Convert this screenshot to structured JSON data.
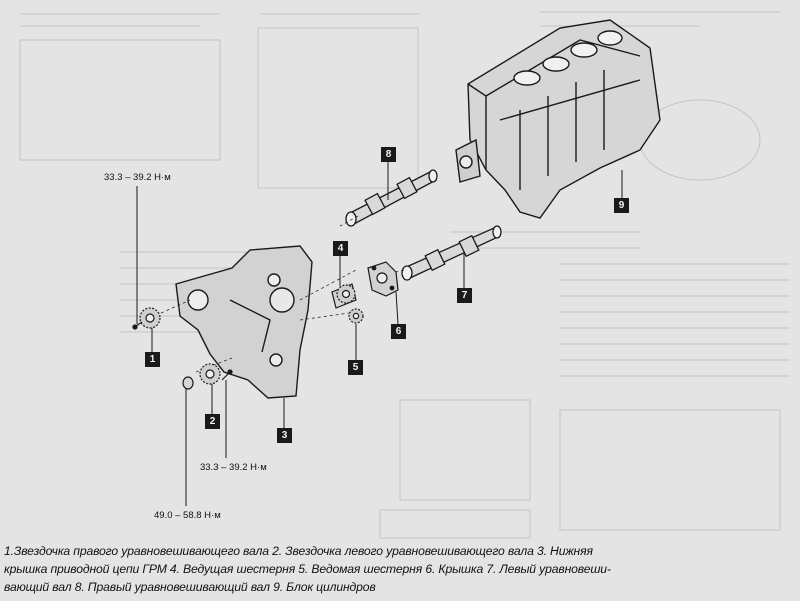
{
  "torques": {
    "t1": "33.3 – 39.2 Н·м",
    "t2": "33.3 – 39.2 Н·м",
    "t3": "49.0 – 58.8 Н·м"
  },
  "callouts": [
    "1",
    "2",
    "3",
    "4",
    "5",
    "6",
    "7",
    "8",
    "9"
  ],
  "caption": {
    "line1": "1.Звездочка правого уравновешивающего вала 2. Звездочка левого уравновешивающего вала 3. Нижняя",
    "line2": "крышка приводной цепи ГРМ 4. Ведущая шестерня 5. Ведомая шестерня 6. Крышка 7. Левый уравновеши-",
    "line3": "вающий вал 8. Правый уравновешивающий вал 9. Блок цилиндров"
  },
  "colors": {
    "paper": "#e4e4e4",
    "ink": "#1a1a1a",
    "faded_ink": "#b9b9b9"
  }
}
